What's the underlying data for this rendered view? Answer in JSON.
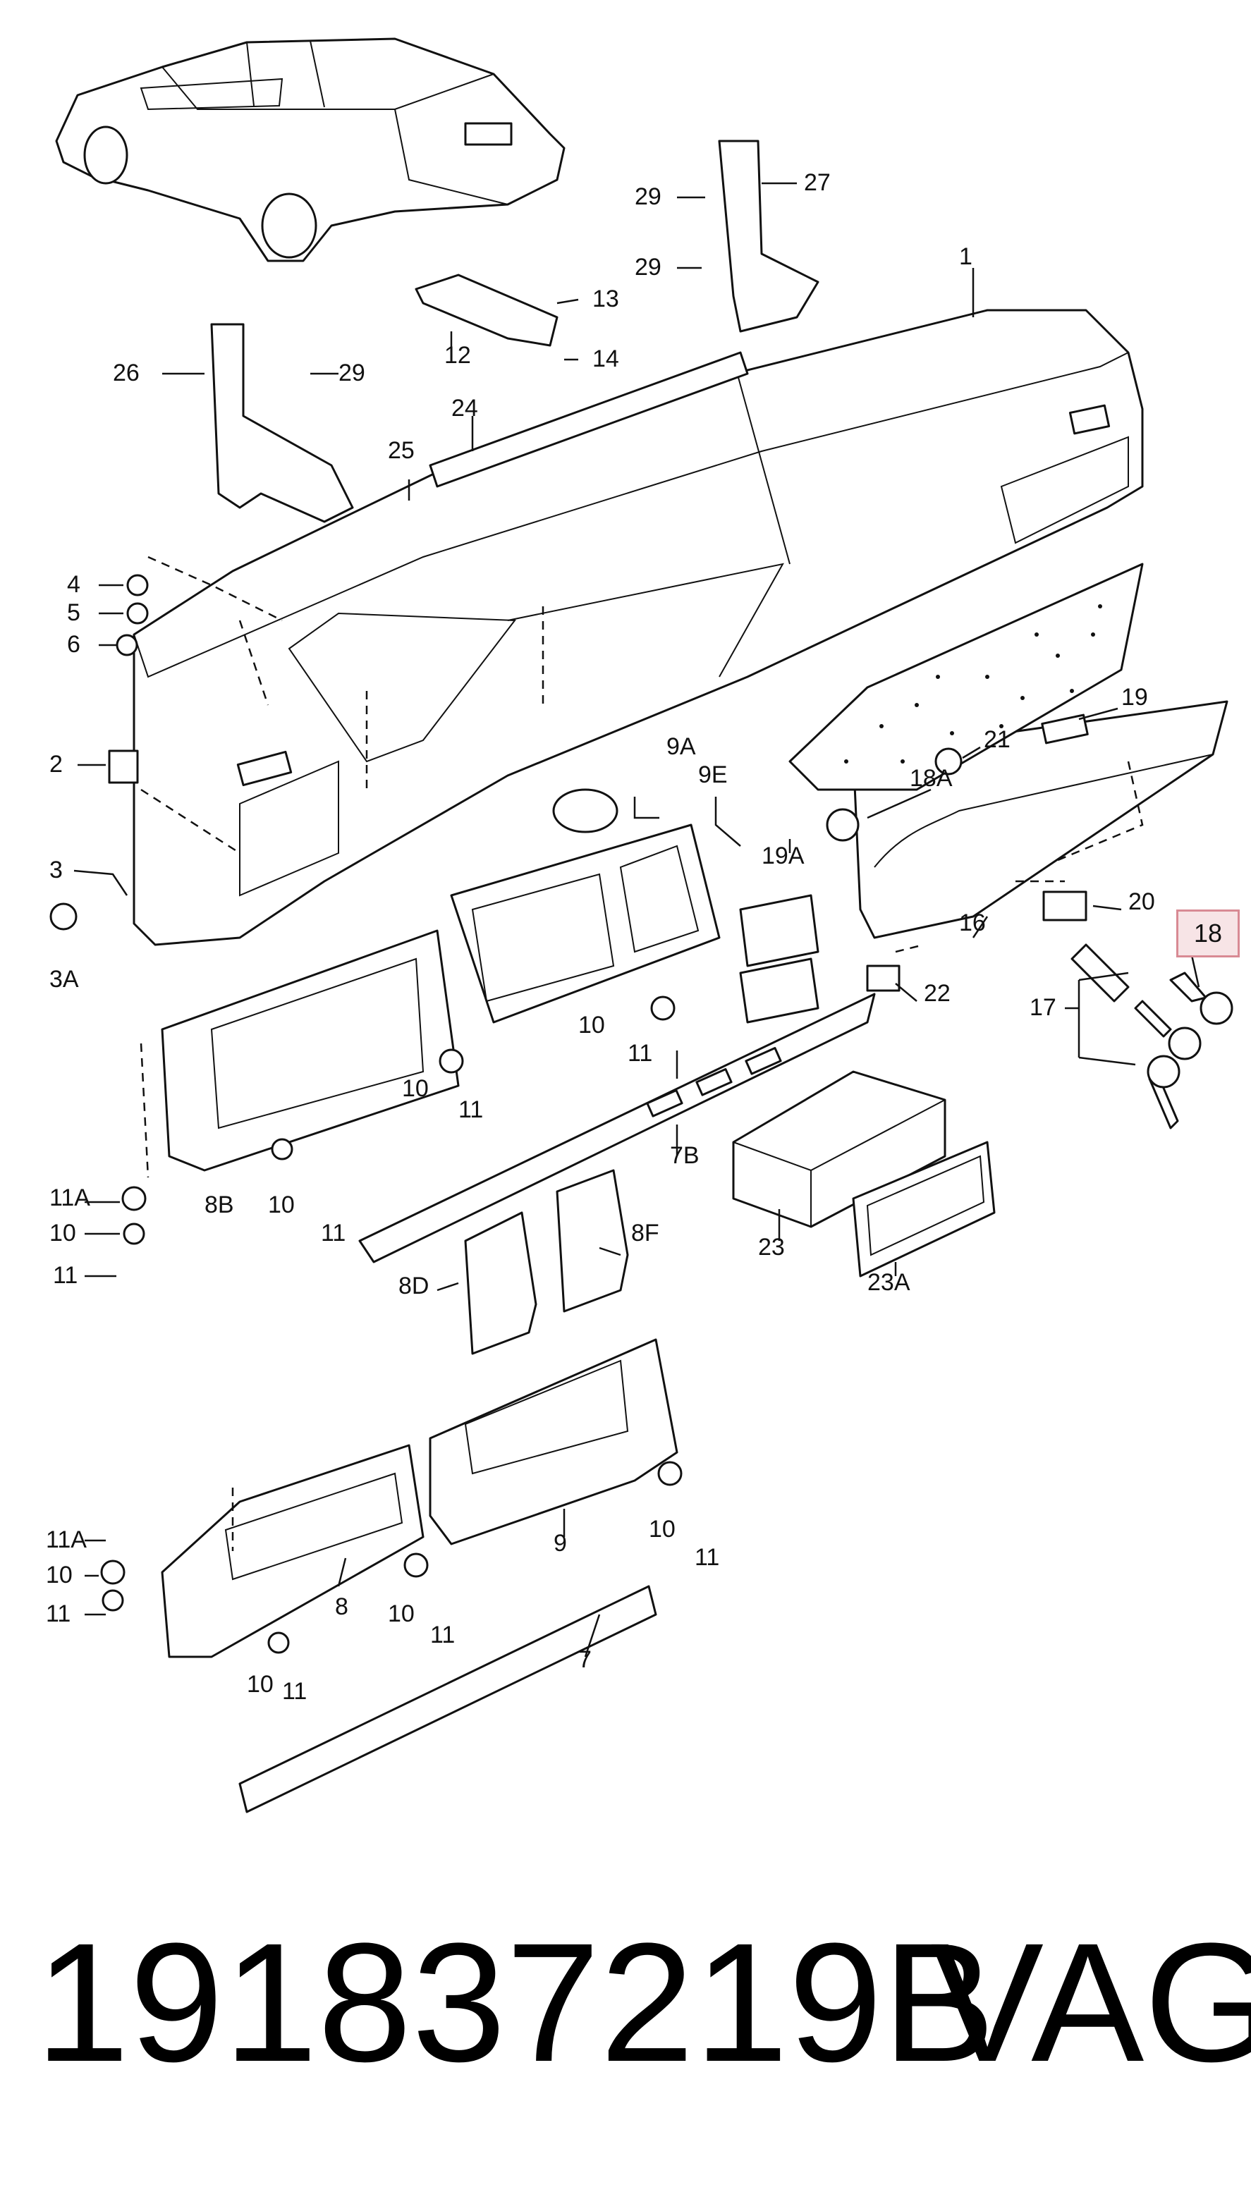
{
  "diagram": {
    "callouts": [
      "1",
      "2",
      "3",
      "3A",
      "4",
      "5",
      "6",
      "7",
      "7B",
      "8",
      "8B",
      "8D",
      "8F",
      "9",
      "9A",
      "9E",
      "10",
      "11",
      "11A",
      "12",
      "13",
      "14",
      "16",
      "17",
      "18",
      "18A",
      "19",
      "19A",
      "20",
      "21",
      "22",
      "23",
      "23A",
      "24",
      "25",
      "26",
      "27",
      "29"
    ],
    "highlighted_callout": "18",
    "highlight_color": "#f7e4e6"
  },
  "footer": {
    "part_number": "191837219B",
    "brand": "VAG"
  }
}
